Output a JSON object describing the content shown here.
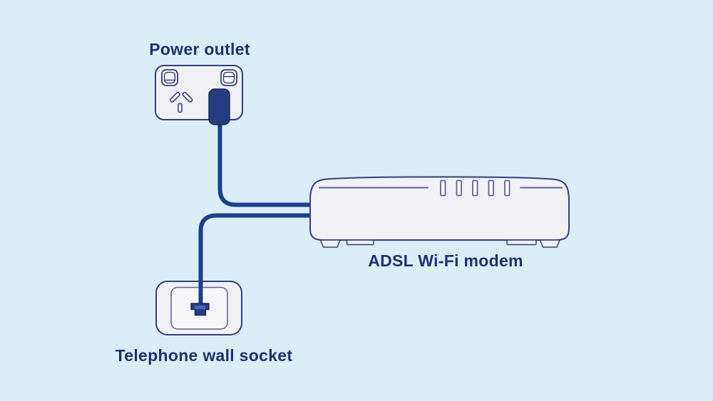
{
  "diagram": {
    "colors": {
      "background": "#daedf9",
      "cable": "#1c3f8e",
      "device_fill": "#f1f0f5",
      "device_border": "#333f7d",
      "accent": "#5c6199",
      "plug": "#263c80",
      "label": "#1e3173"
    },
    "nodes": [
      {
        "id": "power-outlet",
        "label": "Power outlet"
      },
      {
        "id": "adsl-wifi-modem",
        "label": "ADSL Wi-Fi modem"
      },
      {
        "id": "telephone-wall-socket",
        "label": "Telephone wall socket"
      }
    ],
    "connections": [
      {
        "from": "power-outlet",
        "to": "adsl-wifi-modem",
        "type": "power-cable"
      },
      {
        "from": "telephone-wall-socket",
        "to": "adsl-wifi-modem",
        "type": "telephone-cable"
      }
    ]
  }
}
